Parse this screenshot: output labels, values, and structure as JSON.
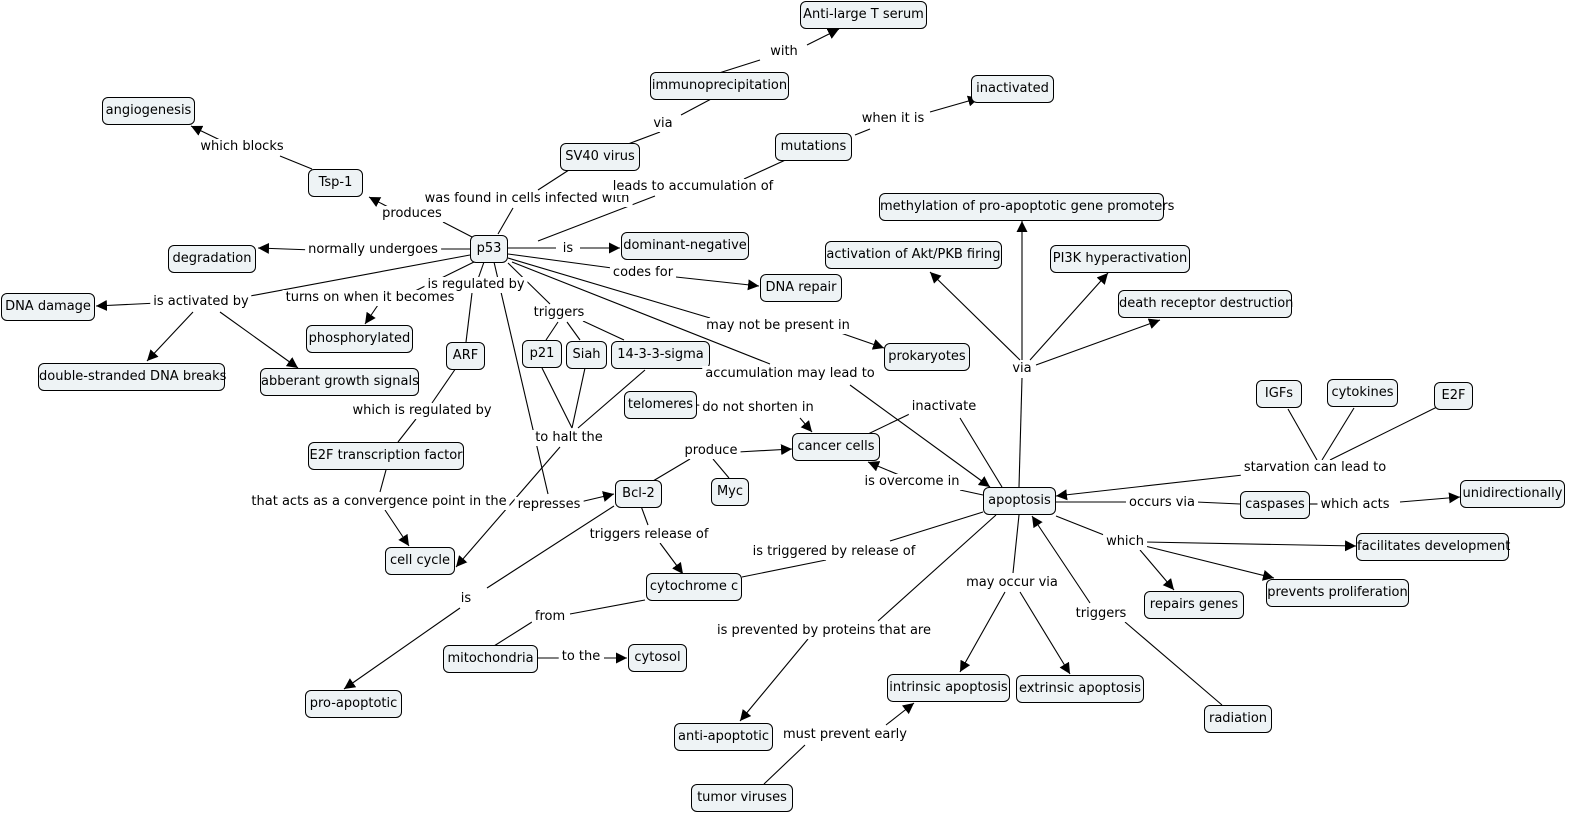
{
  "concepts": {
    "anti_large_t": "Anti-large T serum",
    "immunoprecipitation": "immunoprecipitation",
    "inactivated": "inactivated",
    "angiogenesis": "angiogenesis",
    "mutations": "mutations",
    "sv40": "SV40 virus",
    "tsp1": "Tsp-1",
    "methylation": "methylation of pro-apoptotic gene promoters",
    "p53": "p53",
    "dominant_negative": "dominant-negative",
    "degradation": "degradation",
    "akt": "activation of Akt/PKB firing",
    "pi3k": "PI3K hyperactivation",
    "dna_repair": "DNA repair",
    "dna_damage": "DNA damage",
    "death_receptor": "death receptor destruction",
    "phosphorylated": "phosphorylated",
    "arf": "ARF",
    "p21": "p21",
    "siah": "Siah",
    "sigma": "14-3-3-sigma",
    "prokaryotes": "prokaryotes",
    "ds_breaks": "double-stranded DNA breaks",
    "abberant": "abberant growth signals",
    "igfs": "IGFs",
    "cytokines": "cytokines",
    "e2f": "E2F",
    "telomeres": "telomeres",
    "cancer_cells": "cancer cells",
    "e2f_tf": "E2F transcription factor",
    "myc": "Myc",
    "bcl2": "Bcl-2",
    "apoptosis": "apoptosis",
    "caspases": "caspases",
    "unidirectionally": "unidirectionally",
    "facilitates": "facilitates development",
    "cell_cycle": "cell cycle",
    "cytochrome": "cytochrome c",
    "prevents": "prevents proliferation",
    "repairs": "repairs genes",
    "mitochondria": "mitochondria",
    "cytosol": "cytosol",
    "pro_apoptotic": "pro-apoptotic",
    "intrinsic": "intrinsic apoptosis",
    "extrinsic": "extrinsic apoptosis",
    "radiation": "radiation",
    "anti_apoptotic": "anti-apoptotic",
    "tumor_viruses": "tumor viruses"
  },
  "phrases": {
    "with": "with",
    "via_imm": "via",
    "when_it_is": "when it is",
    "which_blocks": "which blocks",
    "was_found": "was found in cells infected with",
    "leads_to": "leads to accumulation of",
    "produces": "produces",
    "normally_undergoes": "normally undergoes",
    "is": "is",
    "codes_for": "codes for",
    "is_activated_by": "is activated by",
    "turns_on": "turns on when it becomes",
    "is_regulated_by": "is regulated by",
    "triggers_p53": "triggers",
    "may_not_be": "may not be present in",
    "via_apop": "via",
    "accumulation": "accumulation may lead to",
    "do_not_shorten": "do not shorten in",
    "inactivate": "inactivate",
    "which_is_regulated": "which is regulated by",
    "to_halt": "to halt the",
    "produce": "produce",
    "starvation": "starvation can lead to",
    "is_overcome": "is overcome in",
    "acts_as": "that acts as a convergence point in the",
    "represses": "represses",
    "occurs_via": "occurs via",
    "which_acts": "which acts",
    "triggers_release": "triggers release of",
    "which": "which",
    "triggered_by_release": "is triggered by release of",
    "is_bcl2": "is",
    "may_occur_via": "may occur via",
    "triggers_rad": "triggers",
    "from": "from",
    "prevented_by": "is prevented by proteins that are",
    "to_the": "to the",
    "must_prevent": "must prevent early"
  }
}
